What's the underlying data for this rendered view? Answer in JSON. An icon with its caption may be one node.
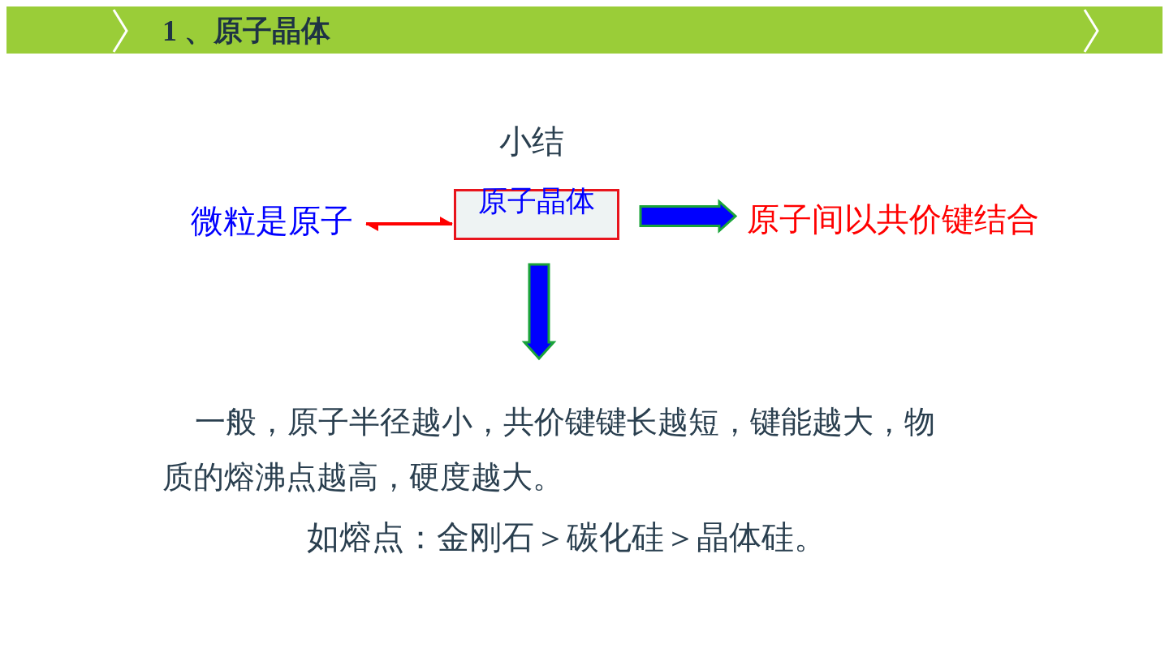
{
  "diagram": {
    "title": "1 、原子晶体",
    "nodes": [
      {
        "text": [
          "微粒是原子"
        ]
      },
      {
        "text": [
          "原子晶体"
        ]
      },
      {
        "text": [
          "原子间以共价键结合"
        ]
      },
      {
        "text": [
          "一般，原子半径越小，共价键键长越短，键能越大，物质的熔沸点越高，硬度越大。"
        ]
      }
    ],
    "edges": [
      {
        "from": 0,
        "to": 1,
        "arrow": "both",
        "color": "#ff0000"
      },
      {
        "from": 1,
        "to": 2,
        "arrow": "to",
        "style": "thick"
      },
      {
        "from": 1,
        "to": 3,
        "arrow": "to",
        "style": "thick"
      }
    ],
    "labels": [
      "小结",
      "如熔点：金刚石＞碳化硅＞晶体硅。"
    ]
  }
}
